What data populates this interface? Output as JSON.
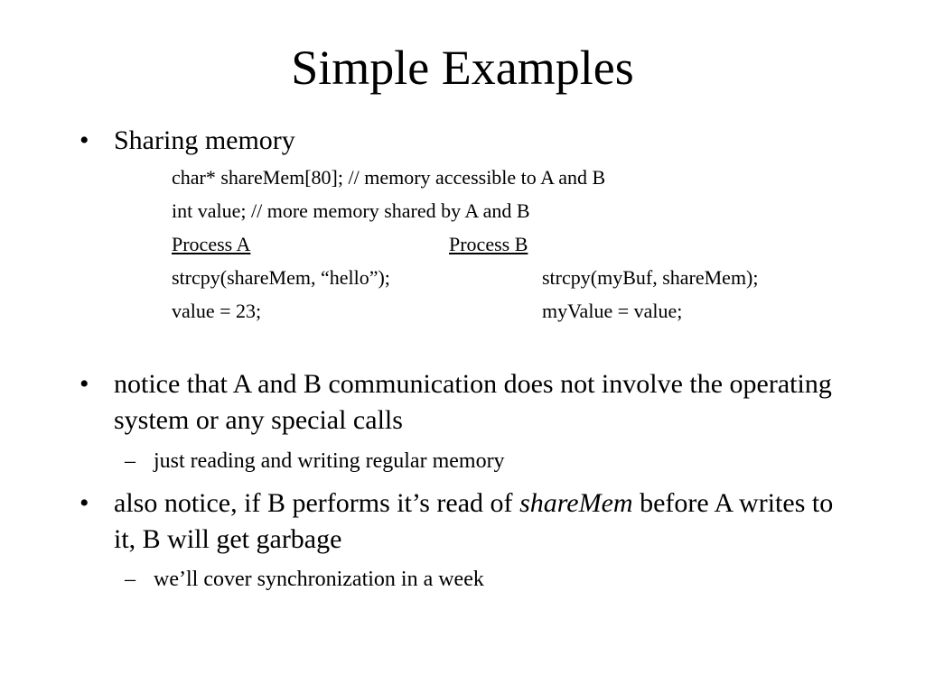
{
  "slide": {
    "title": "Simple Examples",
    "bullet_symbol": "•",
    "dash_symbol": "–",
    "bullet1": {
      "text": "Sharing memory",
      "code": {
        "line1": "char* shareMem[80];   // memory accessible to A and B",
        "line2": "int value;   // more memory shared by A and B",
        "process_a_label": "Process A",
        "process_b_label": "Process B",
        "a_line1": "strcpy(shareMem, “hello”);",
        "b_line1": "strcpy(myBuf, shareMem);",
        "a_line2": "value = 23;",
        "b_line2": "myValue = value;"
      }
    },
    "bullet2": {
      "text": "notice that A and B communication does not involve the operating system or any special calls",
      "sub": "just reading and writing regular memory"
    },
    "bullet3": {
      "text_before": "also notice, if B performs it’s read of ",
      "text_italic": "shareMem",
      "text_after": " before A writes to it, B will get garbage",
      "sub": "we’ll cover synchronization in a week"
    }
  }
}
